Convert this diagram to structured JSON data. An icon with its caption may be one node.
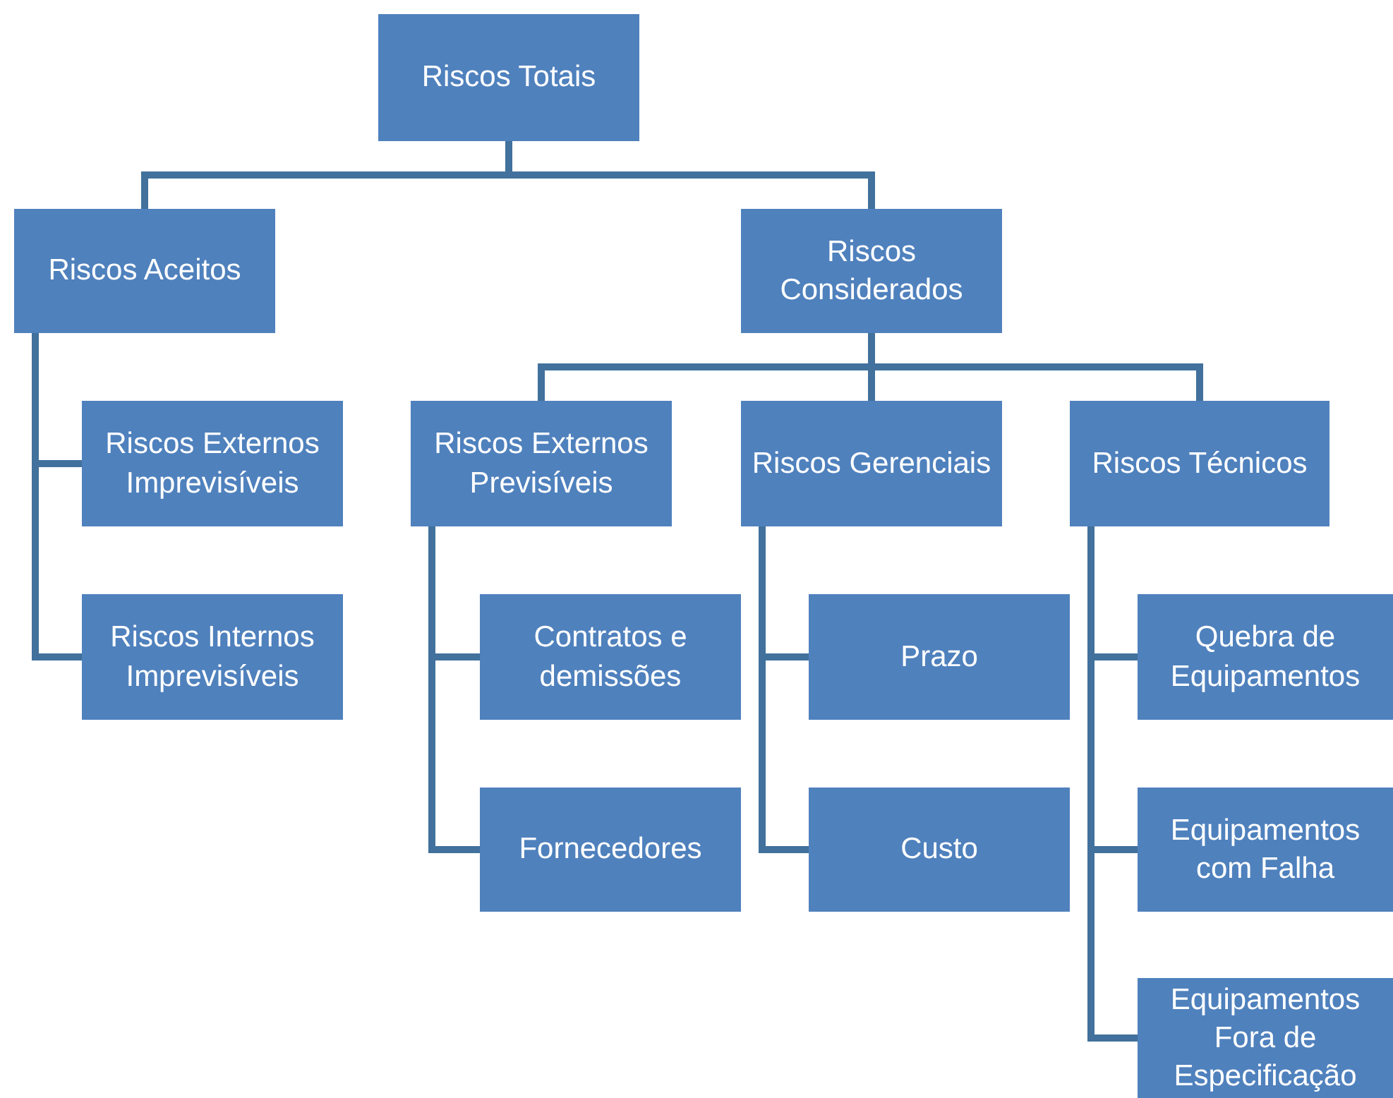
{
  "diagram": {
    "nodes": [
      {
        "text": [
          "Riscos Totais"
        ]
      },
      {
        "text": [
          "Riscos Aceitos"
        ]
      },
      {
        "text": [
          "Riscos Considerados"
        ]
      },
      {
        "text": [
          "Riscos Externos Imprevisíveis"
        ]
      },
      {
        "text": [
          "Riscos Internos Imprevisíveis"
        ]
      },
      {
        "text": [
          "Riscos Externos Previsíveis"
        ]
      },
      {
        "text": [
          "Riscos Gerenciais"
        ]
      },
      {
        "text": [
          "Riscos Técnicos"
        ]
      },
      {
        "text": [
          "Contratos e demissões"
        ]
      },
      {
        "text": [
          "Fornecedores"
        ]
      },
      {
        "text": [
          "Prazo"
        ]
      },
      {
        "text": [
          "Custo"
        ]
      },
      {
        "text": [
          "Quebra de Equipamentos"
        ]
      },
      {
        "text": [
          "Equipamentos com Falha"
        ]
      },
      {
        "text": [
          "Equipamentos Fora de Especificação"
        ]
      }
    ],
    "edges": [
      {
        "from": 0,
        "to": 1,
        "arrow": "none"
      },
      {
        "from": 0,
        "to": 2,
        "arrow": "none"
      },
      {
        "from": 1,
        "to": 3,
        "arrow": "none"
      },
      {
        "from": 1,
        "to": 4,
        "arrow": "none"
      },
      {
        "from": 2,
        "to": 5,
        "arrow": "none"
      },
      {
        "from": 2,
        "to": 6,
        "arrow": "none"
      },
      {
        "from": 2,
        "to": 7,
        "arrow": "none"
      },
      {
        "from": 5,
        "to": 8,
        "arrow": "none"
      },
      {
        "from": 5,
        "to": 9,
        "arrow": "none"
      },
      {
        "from": 6,
        "to": 10,
        "arrow": "none"
      },
      {
        "from": 6,
        "to": 11,
        "arrow": "none"
      },
      {
        "from": 7,
        "to": 12,
        "arrow": "none"
      },
      {
        "from": 7,
        "to": 13,
        "arrow": "none"
      },
      {
        "from": 7,
        "to": 14,
        "arrow": "none"
      }
    ]
  }
}
